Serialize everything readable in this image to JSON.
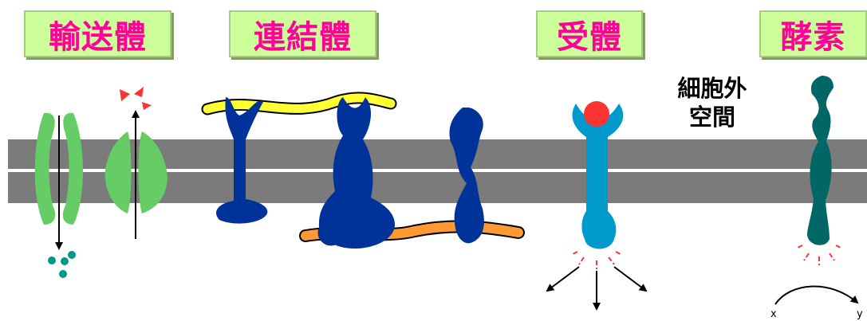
{
  "labels": {
    "transport": "輸送體",
    "linker": "連結體",
    "receptor": "受體",
    "enzyme": "酵素"
  },
  "region_label_line1": "細胞外",
  "region_label_line2": "空間",
  "reaction": {
    "x": "x",
    "y": "y"
  },
  "colors": {
    "label_bg": "#ccff99",
    "label_text": "#ff0099",
    "membrane": "#7b7b7b",
    "transport": "#66cc66",
    "linker": "#003399",
    "receptor": "#0099cc",
    "enzyme": "#006666",
    "yellow_fiber": "#ffff33",
    "orange_fiber": "#ff9933",
    "signal": "#ff3333"
  }
}
